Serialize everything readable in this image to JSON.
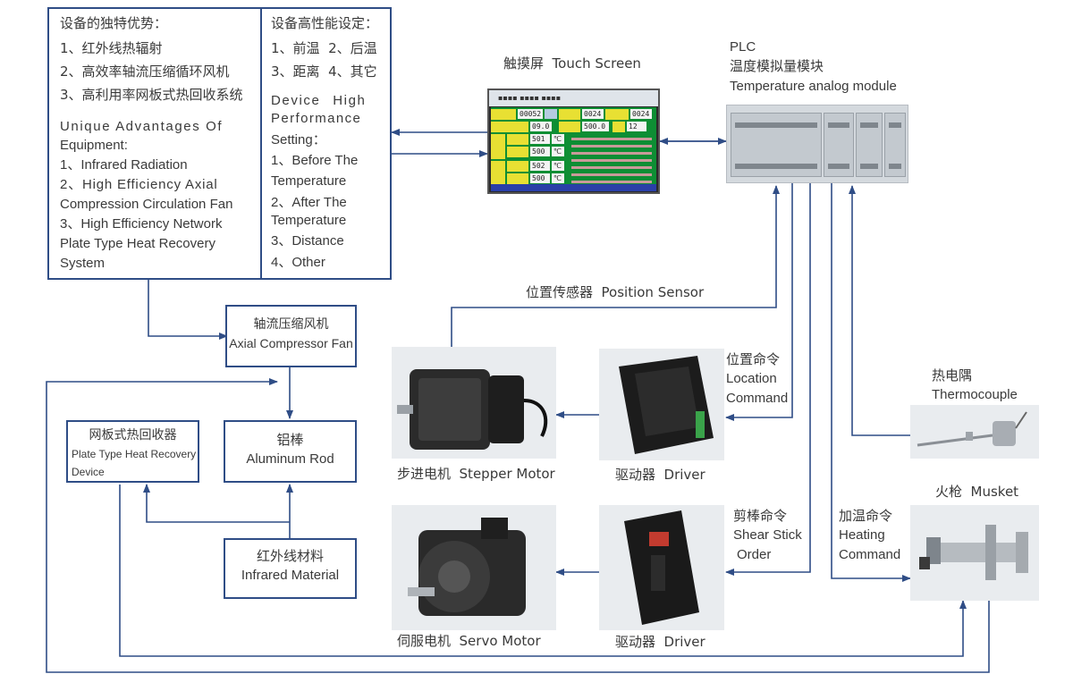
{
  "left_box": {
    "title_cn": "设备的独特优势：",
    "items_cn": [
      "1、红外线热辐射",
      "2、高效率轴流压缩循环风机",
      "3、高利用率网板式热回收系统"
    ],
    "title_en_line1": "Unique Advantages Of",
    "title_en_line2": "Equipment:",
    "items_en": [
      "1、Infrared Radiation",
      "2、High Efficiency Axial",
      "Compression Circulation Fan",
      "3、High Efficiency Network",
      "Plate Type Heat Recovery",
      "System"
    ]
  },
  "settings_box": {
    "title_cn": "设备高性能设定：",
    "row1_cn": "1、前温  2、后温",
    "row2_cn": "3、距离  4、其它",
    "lines_en": [
      "Device High",
      "Performance",
      "Setting：",
      "1、Before The",
      "Temperature",
      "2、After The",
      "Temperature",
      "3、Distance",
      "4、Other"
    ]
  },
  "touch_screen": {
    "label": "触摸屏  Touch Screen",
    "values": [
      "00052",
      "0024",
      "0024",
      "09.0",
      "500.0",
      "12",
      "501",
      "500",
      "502",
      "500"
    ],
    "units": [
      "℃",
      "℃",
      "℃",
      "℃"
    ]
  },
  "plc": {
    "line1": "PLC",
    "line2": "温度模拟量模块",
    "line3": "Temperature analog module"
  },
  "axial_fan": {
    "cn": "轴流压缩风机",
    "en": "Axial Compressor Fan"
  },
  "aluminum_rod": {
    "cn": "铝棒",
    "en": "Aluminum Rod"
  },
  "heat_recovery": {
    "cn": "网板式热回收器",
    "en1": "Plate Type Heat Recovery",
    "en2": "Device"
  },
  "infrared_material": {
    "cn": "红外线材料",
    "en": "Infrared Material"
  },
  "position_sensor": "位置传感器  Position Sensor",
  "stepper_motor": "步进电机  Stepper Motor",
  "driver_top": "驱动器  Driver",
  "location_command": {
    "cn": "位置命令",
    "en1": "Location",
    "en2": "Command"
  },
  "thermocouple": {
    "cn": "热电隅",
    "en": "Thermocouple"
  },
  "musket": "火枪  Musket",
  "shear_order": {
    "cn": "剪棒命令",
    "en1": "Shear Stick",
    "en2": "Order"
  },
  "heating_command": {
    "cn": "加温命令",
    "en1": "Heating",
    "en2": "Command"
  },
  "servo_motor": "伺服电机  Servo Motor",
  "driver_bottom": "驱动器  Driver",
  "colors": {
    "line": "#2f4d86",
    "screen_green": "#0e8e34",
    "screen_yellow": "#e8e033",
    "screen_blue": "#2a3fa8"
  }
}
